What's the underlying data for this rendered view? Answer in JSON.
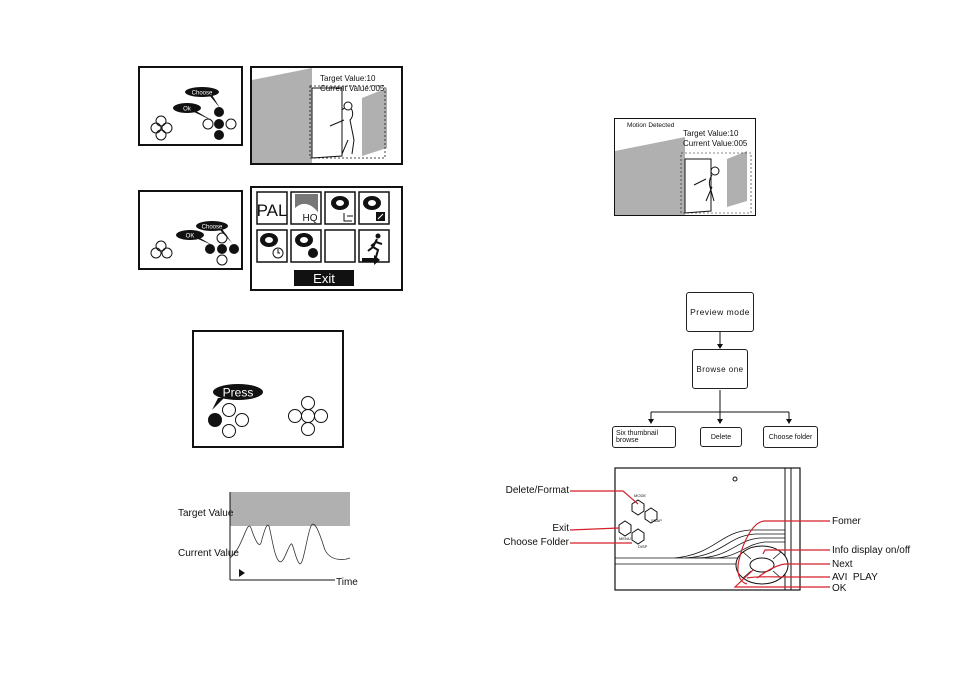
{
  "panel_choose_ok": {
    "choose": "Choose",
    "ok": "Ok"
  },
  "motion_view_1": {
    "target": "Target Value:10",
    "current": "Current Value:005"
  },
  "panel_choose_ok_2": {
    "choose": "Choose",
    "ok": "OK"
  },
  "settings_menu": {
    "pal": "PAL",
    "hq": "HQ",
    "exit": "Exit"
  },
  "press_panel": {
    "press": "Press"
  },
  "value_graph": {
    "target_label": "Target Value",
    "current_label": "Current Value",
    "time_label": "Time"
  },
  "motion_view_2": {
    "status": "Motion Detected",
    "target": "Target Value:10",
    "current": "Current Value:005"
  },
  "flowchart": {
    "preview": "Preview mode",
    "browse": "Browse one",
    "six": "Six thumbnail browse",
    "delete": "Delete",
    "choose_folder": "Choose folder"
  },
  "device": {
    "mode": "MODE",
    "snap": "SNAP",
    "menu": "MENU",
    "disp": "DISP",
    "delete_format": "Delete/Format",
    "exit": "Exit",
    "choose_folder": "Choose Folder",
    "former": "Fomer",
    "info": "Info display on/off",
    "next": "Next",
    "avi_play": "AVI  PLAY",
    "ok": "OK"
  },
  "colors": {
    "ink": "#111111",
    "gray_fill": "#b0b0b0",
    "callout_red": "#d4202a"
  }
}
